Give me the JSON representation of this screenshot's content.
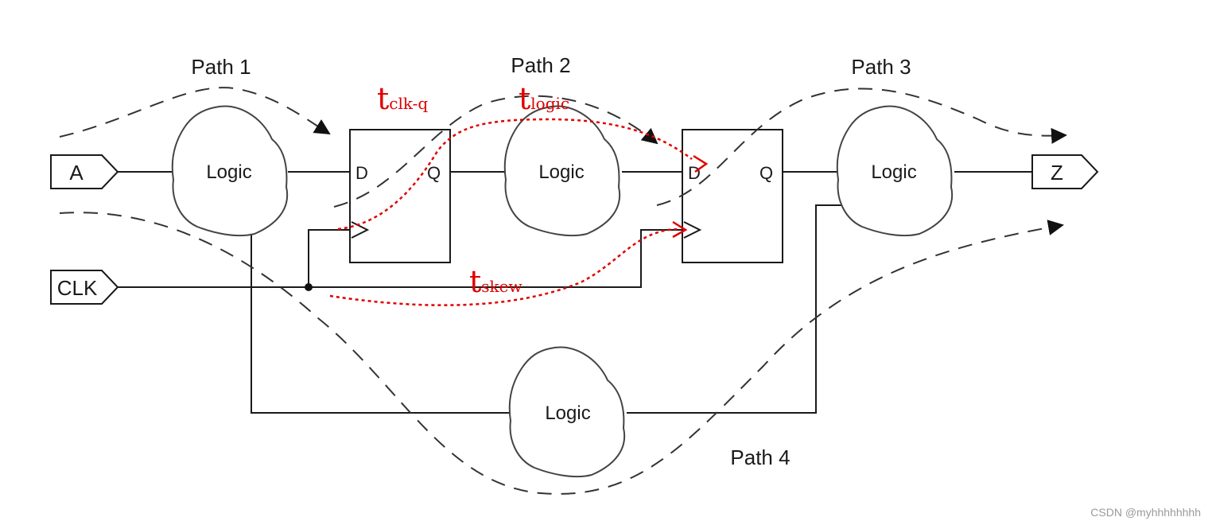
{
  "paths": {
    "path1": "Path 1",
    "path2": "Path 2",
    "path3": "Path 3",
    "path4": "Path 4"
  },
  "ports": {
    "input_a": "A",
    "input_clk": "CLK",
    "output_z": "Z"
  },
  "logic": {
    "label": "Logic"
  },
  "flipflops": {
    "d": "D",
    "q": "Q"
  },
  "timing": {
    "t": "t",
    "clk_q_sub": "clk-q",
    "logic_sub": "logic",
    "skew_sub": "skew"
  },
  "footer": {
    "watermark": "CSDN @myhhhhhhhh"
  },
  "colors": {
    "annotation": "#e00000",
    "line": "#1a1a1a"
  }
}
